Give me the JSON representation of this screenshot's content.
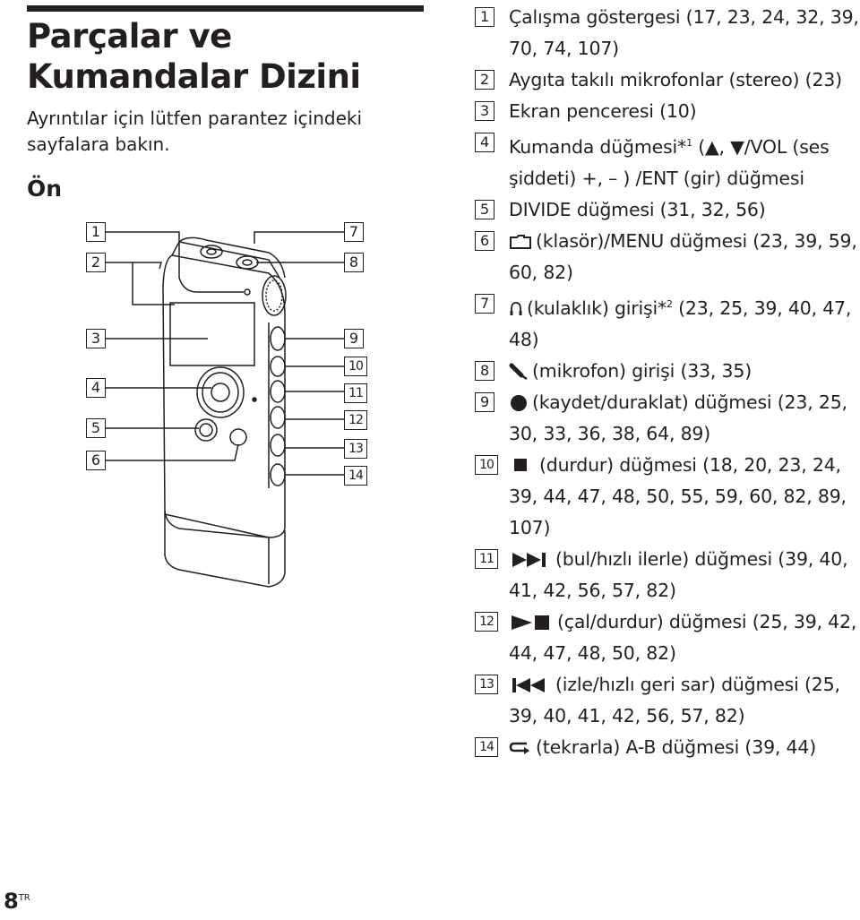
{
  "page": {
    "title_line1": "Parçalar ve",
    "title_line2": "Kumandalar Dizini",
    "subtitle": "Ayrıntılar için lütfen parantez içindeki sayfalara bakın.",
    "section": "Ön",
    "page_number": "8",
    "page_lang": "TR"
  },
  "callouts": {
    "left": [
      "1",
      "2",
      "3",
      "4",
      "5",
      "6"
    ],
    "right": [
      "7",
      "8",
      "9",
      "10",
      "11",
      "12",
      "13",
      "14"
    ]
  },
  "items": [
    {
      "num": "1",
      "text": "Çalışma göstergesi (17, 23, 24, 32, 39, 70, 74, 107)"
    },
    {
      "num": "2",
      "text": "Aygıta takılı mikrofonlar (stereo) (23)"
    },
    {
      "num": "3",
      "text": "Ekran penceresi (10)"
    },
    {
      "num": "4",
      "pre": "Kumanda düğmesi*",
      "sup": "1",
      "post": " (▲, ▼/VOL (ses şiddeti) +, – ) /ENT (gir) düğmesi"
    },
    {
      "num": "5",
      "text": "DIVIDE düğmesi (31, 32, 56)"
    },
    {
      "num": "6",
      "icon": "folder-icon",
      "text": "(klasör)/MENU düğmesi (23, 39, 59, 60, 82)"
    },
    {
      "num": "7",
      "icon": "headphones-icon",
      "pre": "(kulaklık) girişi*",
      "sup": "2",
      "post": " (23, 25, 39, 40, 47, 48)"
    },
    {
      "num": "8",
      "icon": "microphone-icon",
      "text": "(mikrofon) girişi (33, 35)"
    },
    {
      "num": "9",
      "icon": "record-icon",
      "text": "(kaydet/duraklat) düğmesi (23, 25, 30, 33, 36, 38, 64, 89)"
    },
    {
      "num": "10",
      "icon": "stop-icon",
      "text": "(durdur) düğmesi (18, 20, 23, 24, 39, 44, 47, 48, 50, 55, 59, 60, 82, 89, 107)"
    },
    {
      "num": "11",
      "icon": "next-track-icon",
      "text": "(bul/hızlı ilerle) düğmesi (39, 40, 41, 42, 56, 57, 82)"
    },
    {
      "num": "12",
      "icon": "play-stop-icon",
      "text": "(çal/durdur) düğmesi (25, 39, 42, 44, 47, 48, 50, 82)"
    },
    {
      "num": "13",
      "icon": "previous-track-icon",
      "text": "(izle/hızlı geri sar) düğmesi (25, 39, 40, 41, 42, 56, 57, 82)"
    },
    {
      "num": "14",
      "icon": "repeat-icon",
      "text": "(tekrarla) A-B düğmesi (39, 44)"
    }
  ]
}
